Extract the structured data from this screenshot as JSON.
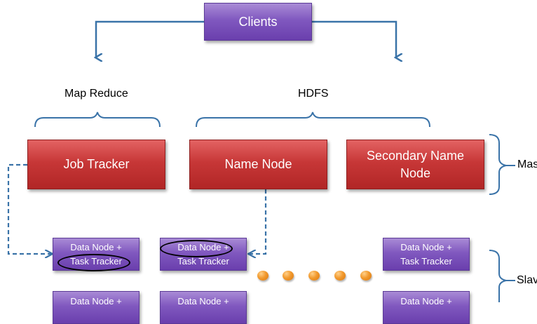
{
  "clients": {
    "label": "Clients"
  },
  "groups": {
    "map_reduce": "Map Reduce",
    "hdfs": "HDFS",
    "masters": "Mas",
    "slaves": "Slav"
  },
  "masters": {
    "job_tracker": "Job Tracker",
    "name_node": "Name Node",
    "secondary_line1": "Secondary Name",
    "secondary_line2": "Node"
  },
  "slaves": {
    "line1": "Data Node +",
    "line2": "Task Tracker"
  },
  "colors": {
    "arrow_blue": "#3a73a8",
    "purple": "#7e57c2",
    "red": "#c0392b",
    "dot_orange": "#f29a2e"
  }
}
